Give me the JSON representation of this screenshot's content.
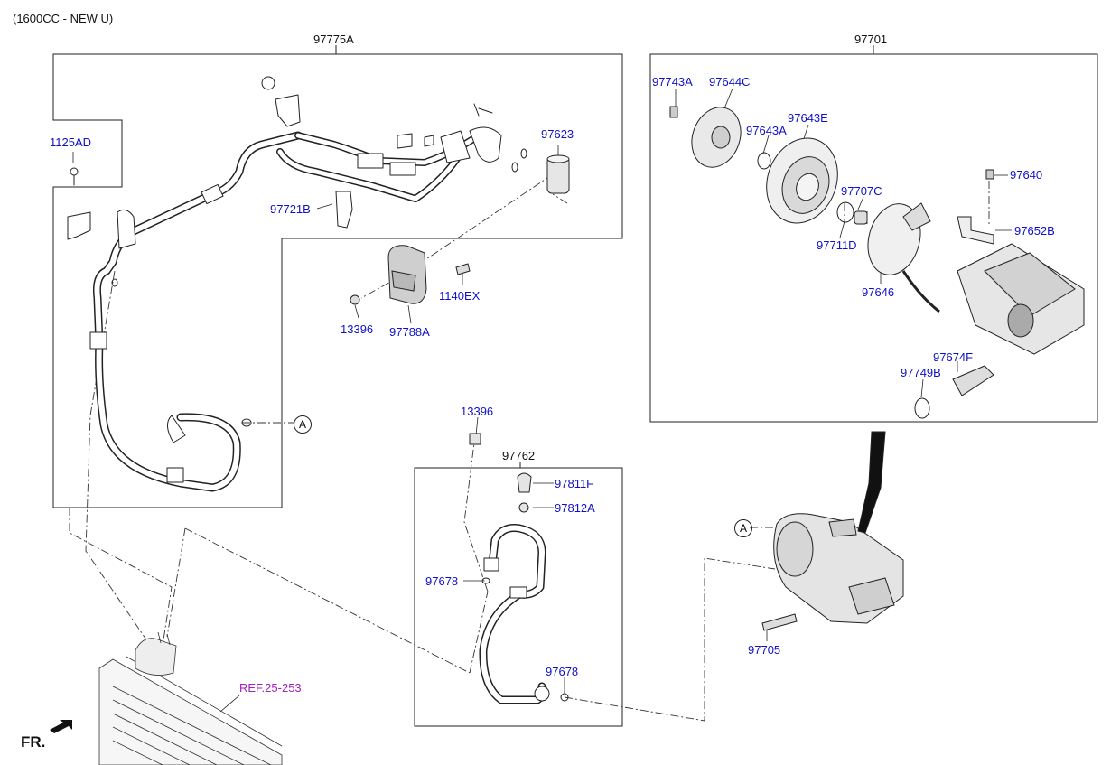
{
  "header": {
    "engine_note": "(1600CC - NEW U)"
  },
  "groups": {
    "hose_group": "97775A",
    "compressor_group": "97701",
    "discharge_hose_group": "97762"
  },
  "parts": {
    "p1125AD": "1125AD",
    "p97721B": "97721B",
    "p97623": "97623",
    "p1140EX": "1140EX",
    "p13396_a": "13396",
    "p97788A": "97788A",
    "p13396_b": "13396",
    "p97811F": "97811F",
    "p97812A": "97812A",
    "p97678_a": "97678",
    "p97678_b": "97678",
    "p97743A": "97743A",
    "p97644C": "97644C",
    "p97643E": "97643E",
    "p97643A": "97643A",
    "p97640": "97640",
    "p97707C": "97707C",
    "p97652B": "97652B",
    "p97711D": "97711D",
    "p97646": "97646",
    "p97674F": "97674F",
    "p97749B": "97749B",
    "p97705": "97705"
  },
  "callouts": {
    "a1": "A",
    "a2": "A"
  },
  "reference": {
    "label": "REF.25-253"
  },
  "orientation": {
    "label": "FR."
  },
  "colors": {
    "part_number": "#1010c8",
    "reference": "#a020c0",
    "line": "#222222"
  }
}
